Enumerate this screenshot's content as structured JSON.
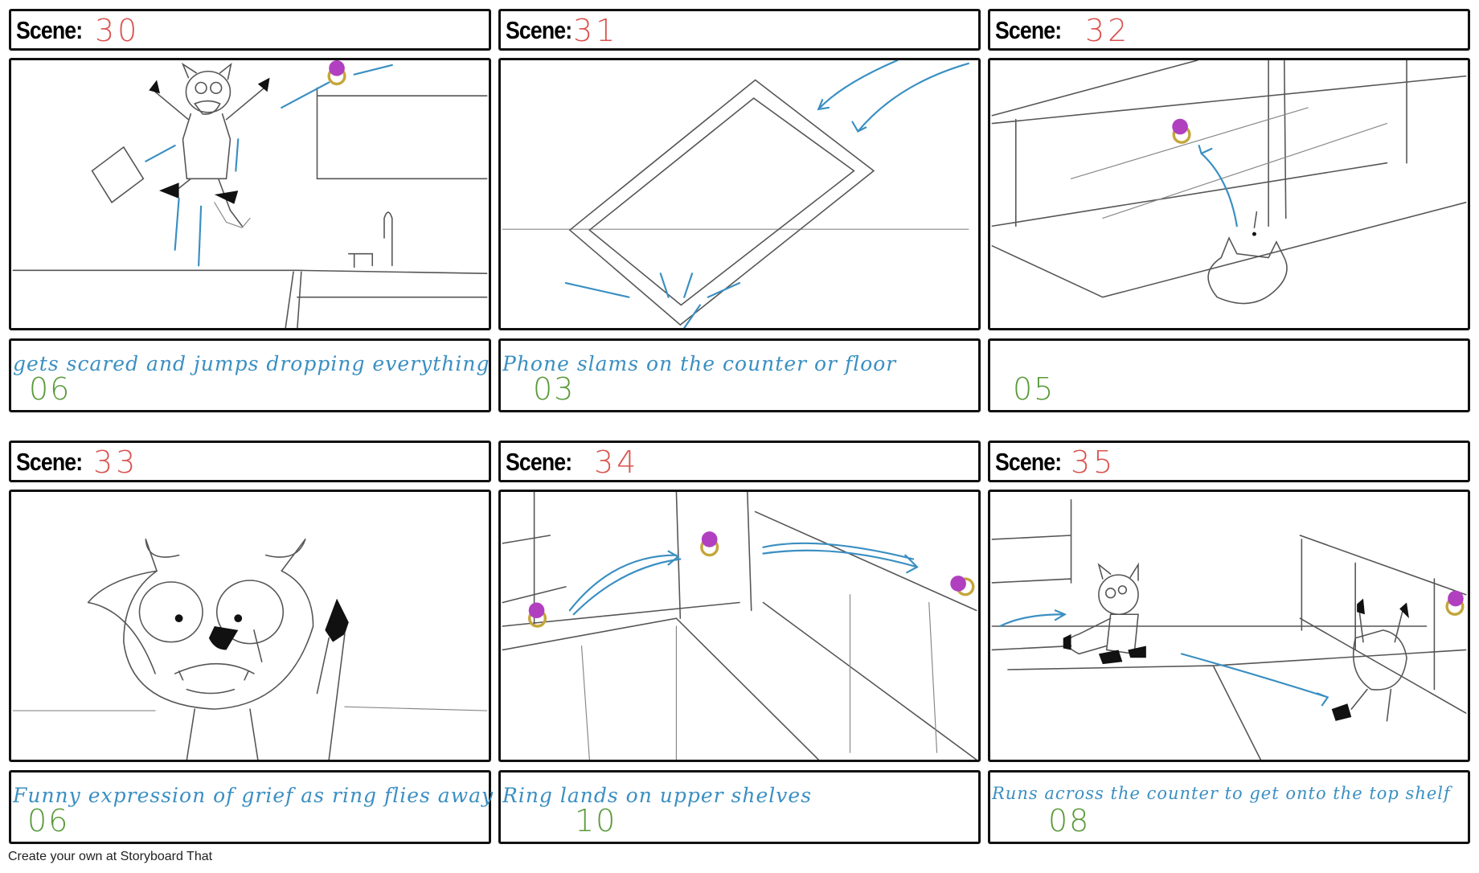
{
  "scene_label": "Scene:",
  "panels": [
    {
      "scene": "30",
      "caption": "gets scared and jumps dropping everything",
      "duration": "06"
    },
    {
      "scene": "31",
      "caption": "Phone slams on the counter or floor",
      "duration": "03"
    },
    {
      "scene": "32",
      "caption": "",
      "duration": "05"
    },
    {
      "scene": "33",
      "caption": "Funny expression of grief as ring flies away",
      "duration": "06"
    },
    {
      "scene": "34",
      "caption": "Ring lands on upper shelves",
      "duration": "10"
    },
    {
      "scene": "35",
      "caption": "Runs across the counter to get onto the top shelf",
      "duration": "08"
    }
  ],
  "footer": "Create your own at Storyboard That",
  "colors": {
    "scene_number": "#d9534f",
    "caption": "#3a8fc2",
    "duration": "#5a9a3a",
    "border": "#111111"
  }
}
